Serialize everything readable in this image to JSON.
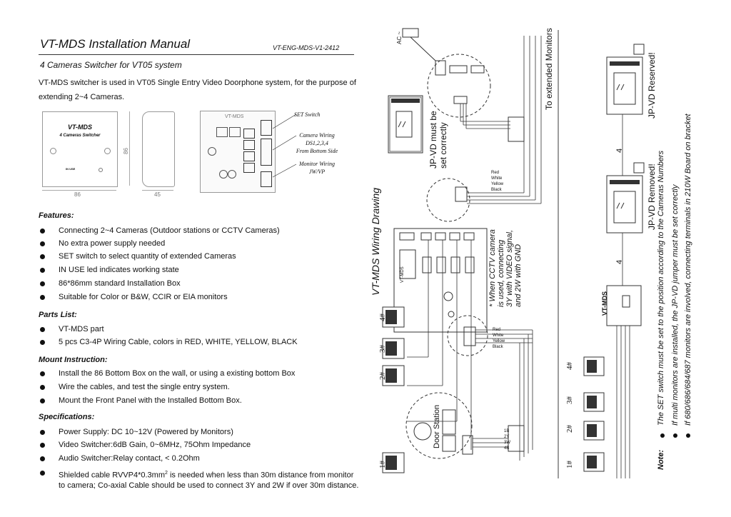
{
  "header": {
    "title": "VT-MDS Installation Manual",
    "code": "VT-ENG-MDS-V1-2412",
    "subtitle": "4 Cameras Switcher for VT05 system"
  },
  "intro": {
    "line1": "VT-MDS switcher is used in VT05 Single Entry Video Doorphone system, for the purpose of",
    "line2": "extending 2~4 Cameras."
  },
  "product": {
    "front_name": "VT-MDS",
    "front_sub": "4 Cameras Switcher",
    "in_use": "IN USE",
    "dim_width": "86",
    "dim_height": "86",
    "dim_depth": "45",
    "board_label": "VT-MDS"
  },
  "callouts": {
    "set_switch": "SET Switch",
    "camera_wiring_1": "Camera Wiring",
    "camera_wiring_2": "DS1,2,3,4",
    "camera_wiring_3": "From Bottom Side",
    "monitor_wiring_1": "Monitor Wiring",
    "monitor_wiring_2": "JW/VP"
  },
  "features": {
    "heading": "Features:",
    "items": [
      "Connecting 2~4 Cameras (Outdoor stations or CCTV Cameras)",
      "No extra power supply needed",
      "SET switch to select quantity of extended Cameras",
      "IN USE led indicates working state",
      "86*86mm standard Installation Box",
      "Suitable for Color or B&W, CCIR or EIA monitors"
    ]
  },
  "parts": {
    "heading": "Parts List:",
    "items": [
      "VT-MDS part",
      "5 pcs C3-4P Wiring Cable, colors in RED, WHITE, YELLOW, BLACK"
    ]
  },
  "mount": {
    "heading": "Mount Instruction:",
    "items": [
      "Install the 86 Bottom Box on the wall, or using a existing bottom Box",
      "Wire the cables, and test the single entry system.",
      "Mount the Front Panel with the Installed Bottom Box."
    ]
  },
  "specs": {
    "heading": "Specifications:",
    "items": [
      "Power Supply:  DC 10~12V (Powered by Monitors)",
      "Video Switcher:6dB Gain, 0~6MHz, 75Ohm Impedance",
      "Audio Switcher:Relay contact, < 0.2Ohm"
    ],
    "shielded_a": "Shielded cable RVVP4*0.3mm",
    "shielded_sup": "2",
    "shielded_b": " is needed when less than 30m distance from monitor",
    "shielded_c": "to camera; Co-axial Cable should be used to connect 3Y and 2W if over 30m distance."
  },
  "wiring": {
    "title": "VT-MDS Wiring Drawing",
    "ac": "AC ~",
    "jpvd_set_1": "JP-VD must be",
    "jpvd_set_2": "set correctly",
    "extended": "To extended Monitors",
    "cctv": [
      "* When CCTV camera",
      "is   used,  connecting",
      "3Y with VIDEO signal,",
      "and 2W with GND"
    ],
    "door_station": "Door Station",
    "cameras": [
      "4#",
      "3#",
      "2#",
      "1#"
    ],
    "mds_side": "VT-MDS",
    "jpvd_reserved": "JP-VD Reserved!",
    "jpvd_removed": "JP-VD Removed!",
    "four": "4",
    "note_label": "Note:",
    "notes": [
      "The SET switch must be set to the position according to the Cameras Numbers",
      "If multi monitors are installed, the JP-VD jumper must be set correctly",
      "If 680/686/684/687 monitors are involved, connecting terminals in 210W Board on bracket"
    ],
    "wire_labels": [
      "Red",
      "White",
      "Yellow",
      "Black"
    ],
    "term_labels": [
      "1B",
      "2Y",
      "3W",
      "4B"
    ]
  }
}
